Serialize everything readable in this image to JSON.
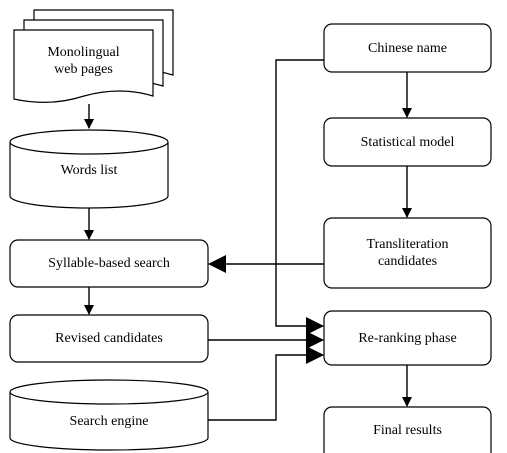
{
  "nodes": {
    "web_pages": "Monolingual\nweb pages",
    "words_list": "Words list",
    "syllable_search": "Syllable-based search",
    "revised_candidates": "Revised candidates",
    "search_engine": "Search engine",
    "chinese_name": "Chinese name",
    "statistical_model": "Statistical model",
    "transliteration_candidates": "Transliteration\ncandidates",
    "reranking_phase": "Re-ranking phase",
    "final_results": "Final results"
  }
}
